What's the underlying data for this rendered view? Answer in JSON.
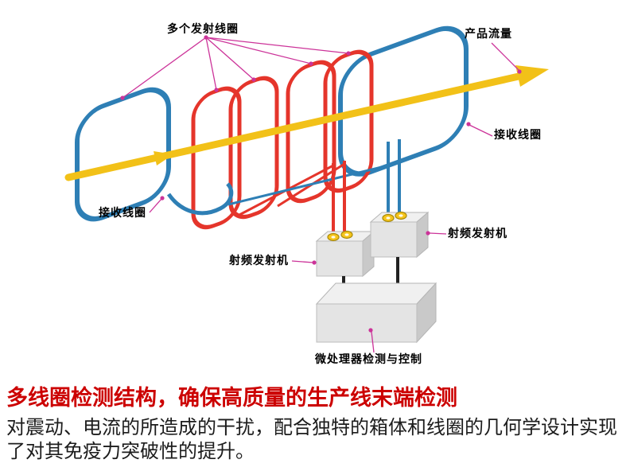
{
  "diagram": {
    "labels": {
      "multi_transmit_coils": "多个发射线圈",
      "product_flow": "产品流量",
      "receive_coil_right": "接收线圈",
      "receive_coil_left": "接收线圈",
      "rf_transmitter_left": "射频发射机",
      "rf_transmitter_right": "射频发射机",
      "microprocessor": "微处理器检测与控制"
    },
    "colors": {
      "transmit_coil": "#e5352b",
      "receive_coil": "#2e7fb5",
      "flow_arrow": "#f2c118",
      "pointer_line": "#cc3399",
      "heading_text": "#cc0000"
    }
  },
  "caption": {
    "heading": "多线圈检测结构，确保高质量的生产线末端检测",
    "body_line1": "对震动、电流的所造成的干扰，配合独特的箱体和线圈的几何学设计实现",
    "body_line2": "了对其免疫力突破性的提升。"
  }
}
